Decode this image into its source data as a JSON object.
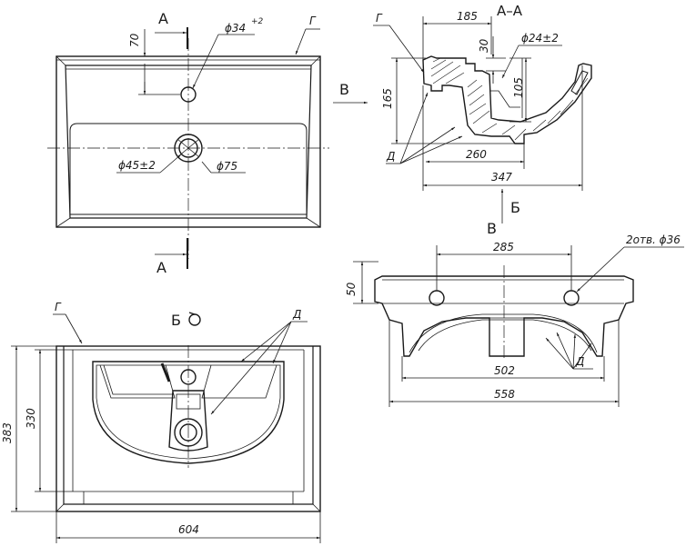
{
  "top_view": {
    "section_mark": "A",
    "label_g": "Г",
    "dim_70": "70",
    "dim_hole": "ϕ34",
    "dim_hole_tol": "+2",
    "dim_drain_inner": "ϕ45±2",
    "dim_drain_outer": "ϕ75"
  },
  "section_view": {
    "title": "А–А",
    "label_g": "Г",
    "label_d": "Д",
    "arrow_v": "В",
    "dim_185": "185",
    "dim_30": "30",
    "dim_24": "ϕ24±2",
    "dim_165": "165",
    "dim_105": "105",
    "dim_260": "260",
    "dim_347": "347",
    "arrow_b": "Б"
  },
  "back_view": {
    "title": "В",
    "dim_285": "285",
    "dim_holes": "2отв. ϕ36",
    "dim_50": "50",
    "dim_502": "502",
    "dim_558": "558",
    "label_d": "Д"
  },
  "bottom_view": {
    "title": "Б",
    "label_g": "Г",
    "label_d": "Д",
    "dim_383": "383",
    "dim_330": "330",
    "dim_604": "604"
  }
}
